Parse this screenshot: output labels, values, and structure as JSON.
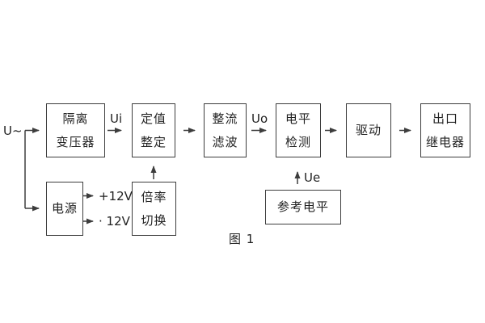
{
  "figure": {
    "caption": "图 1",
    "input_label": "U~",
    "signal_labels": {
      "ui": "Ui",
      "uo": "Uo",
      "ue": "Ue"
    },
    "power_outputs": {
      "plus12": "+12V",
      "minus12": "· 12V"
    },
    "blocks": {
      "isolation_transformer": {
        "line1": "隔离",
        "line2": "变压器"
      },
      "setpoint_setting": {
        "line1": "定值",
        "line2": "整定"
      },
      "rectifier_filter": {
        "line1": "整流",
        "line2": "滤波"
      },
      "level_detection": {
        "line1": "电平",
        "line2": "检测"
      },
      "drive": {
        "line1": "驱动"
      },
      "output_relay": {
        "line1": "出口",
        "line2": "继电器"
      },
      "power_supply": {
        "line1": "电源"
      },
      "ratio_switching": {
        "line1": "倍率",
        "line2": "切换"
      },
      "reference_level": {
        "line1": "参考电平"
      }
    },
    "colors": {
      "line": "#3d3d3d",
      "text": "#222222",
      "background": "#ffffff"
    }
  }
}
